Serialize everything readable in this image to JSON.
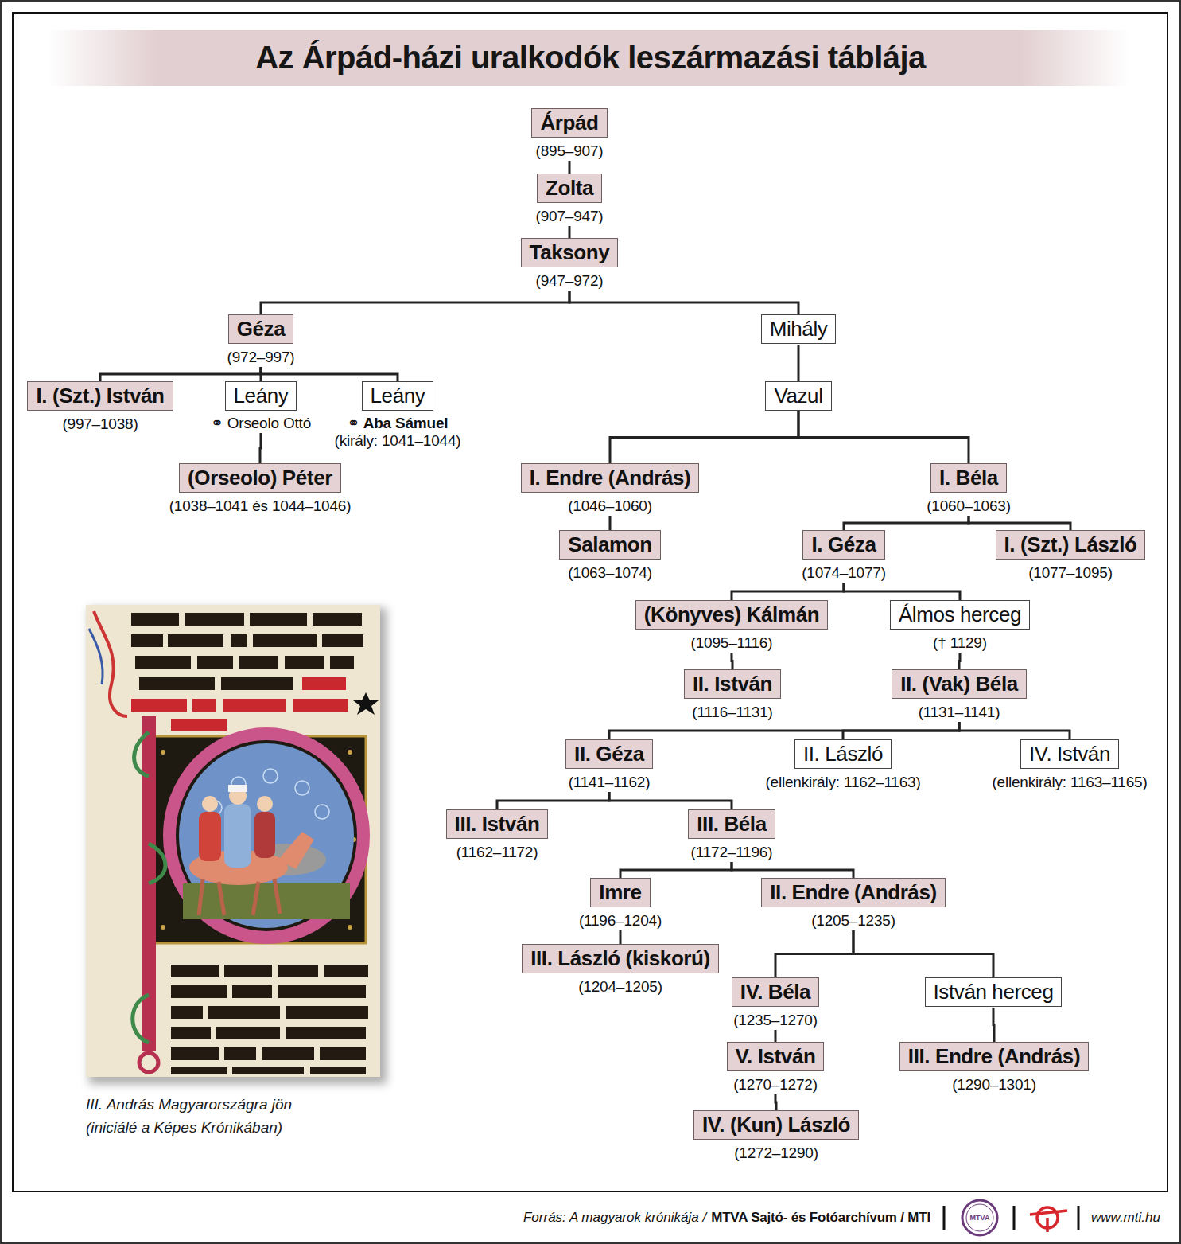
{
  "diagram": {
    "title": "Az Árpád-házi uralkodók leszármazási táblája",
    "caption": "III. András Magyarországra jön (iniciálé a Képes Krónikában)",
    "nodes": [
      {
        "text": [
          "Árpád",
          "(895–907)"
        ]
      },
      {
        "text": [
          "Zolta",
          "(907–947)"
        ]
      },
      {
        "text": [
          "Taksony",
          "(947–972)"
        ]
      },
      {
        "text": [
          "Géza",
          "(972–997)"
        ]
      },
      {
        "text": [
          "Mihály"
        ]
      },
      {
        "text": [
          "I. (Szt.) István",
          "(997–1038)"
        ]
      },
      {
        "text": [
          "Leány",
          "⚭ Orseolo Ottó"
        ]
      },
      {
        "text": [
          "Leány",
          "⚭ Aba Sámuel",
          "(király: 1041–1044)"
        ]
      },
      {
        "text": [
          "Vazul"
        ]
      },
      {
        "text": [
          "(Orseolo) Péter",
          "(1038–1041 és 1044–1046)"
        ]
      },
      {
        "text": [
          "I. Endre (András)",
          "(1046–1060)"
        ]
      },
      {
        "text": [
          "I. Béla",
          "(1060–1063)"
        ]
      },
      {
        "text": [
          "Salamon",
          "(1063–1074)"
        ]
      },
      {
        "text": [
          "I. Géza",
          "(1074–1077)"
        ]
      },
      {
        "text": [
          "I. (Szt.) László",
          "(1077–1095)"
        ]
      },
      {
        "text": [
          "(Könyves) Kálmán",
          "(1095–1116)"
        ]
      },
      {
        "text": [
          "Álmos herceg",
          "(† 1129)"
        ]
      },
      {
        "text": [
          "II. István",
          "(1116–1131)"
        ]
      },
      {
        "text": [
          "II. (Vak) Béla",
          "(1131–1141)"
        ]
      },
      {
        "text": [
          "II. Géza",
          "(1141–1162)"
        ]
      },
      {
        "text": [
          "II. László",
          "(ellenkirály: 1162–1163)"
        ]
      },
      {
        "text": [
          "IV. István",
          "(ellenkirály: 1163–1165)"
        ]
      },
      {
        "text": [
          "III. István",
          "(1162–1172)"
        ]
      },
      {
        "text": [
          "III. Béla",
          "(1172–1196)"
        ]
      },
      {
        "text": [
          "Imre",
          "(1196–1204)"
        ]
      },
      {
        "text": [
          "II. Endre (András)",
          "(1205–1235)"
        ]
      },
      {
        "text": [
          "III. László (kiskorú)",
          "(1204–1205)"
        ]
      },
      {
        "text": [
          "IV. Béla",
          "(1235–1270)"
        ]
      },
      {
        "text": [
          "István herceg"
        ]
      },
      {
        "text": [
          "V. István",
          "(1270–1272)"
        ]
      },
      {
        "text": [
          "III. Endre (András)",
          "(1290–1301)"
        ]
      },
      {
        "text": [
          "IV. (Kun) László",
          "(1272–1290)"
        ]
      }
    ],
    "edges": [
      {
        "from": 0,
        "to": 1,
        "arrow": "none"
      },
      {
        "from": 1,
        "to": 2,
        "arrow": "none"
      },
      {
        "from": 2,
        "to": 3,
        "arrow": "none"
      },
      {
        "from": 2,
        "to": 4,
        "arrow": "none"
      },
      {
        "from": 3,
        "to": 5,
        "arrow": "none"
      },
      {
        "from": 3,
        "to": 6,
        "arrow": "none"
      },
      {
        "from": 3,
        "to": 7,
        "arrow": "none"
      },
      {
        "from": 4,
        "to": 8,
        "arrow": "none"
      },
      {
        "from": 6,
        "to": 9,
        "arrow": "none"
      },
      {
        "from": 8,
        "to": 10,
        "arrow": "none"
      },
      {
        "from": 8,
        "to": 11,
        "arrow": "none"
      },
      {
        "from": 10,
        "to": 12,
        "arrow": "none"
      },
      {
        "from": 11,
        "to": 13,
        "arrow": "none"
      },
      {
        "from": 11,
        "to": 14,
        "arrow": "none"
      },
      {
        "from": 13,
        "to": 15,
        "arrow": "none"
      },
      {
        "from": 13,
        "to": 16,
        "arrow": "none"
      },
      {
        "from": 15,
        "to": 17,
        "arrow": "none"
      },
      {
        "from": 16,
        "to": 18,
        "arrow": "none"
      },
      {
        "from": 18,
        "to": 19,
        "arrow": "none"
      },
      {
        "from": 18,
        "to": 20,
        "arrow": "none"
      },
      {
        "from": 18,
        "to": 21,
        "arrow": "none"
      },
      {
        "from": 19,
        "to": 22,
        "arrow": "none"
      },
      {
        "from": 19,
        "to": 23,
        "arrow": "none"
      },
      {
        "from": 23,
        "to": 24,
        "arrow": "none"
      },
      {
        "from": 23,
        "to": 25,
        "arrow": "none"
      },
      {
        "from": 24,
        "to": 26,
        "arrow": "none"
      },
      {
        "from": 25,
        "to": 27,
        "arrow": "none"
      },
      {
        "from": 25,
        "to": 28,
        "arrow": "none"
      },
      {
        "from": 27,
        "to": 29,
        "arrow": "none"
      },
      {
        "from": 28,
        "to": 30,
        "arrow": "none"
      },
      {
        "from": 29,
        "to": 31,
        "arrow": "none"
      }
    ],
    "labels": [
      "Forrás: A magyarok krónikája /",
      "MTVA Sajtó- és Fotóarchívum / MTI",
      "MTVA",
      "www.mti.hu"
    ]
  }
}
